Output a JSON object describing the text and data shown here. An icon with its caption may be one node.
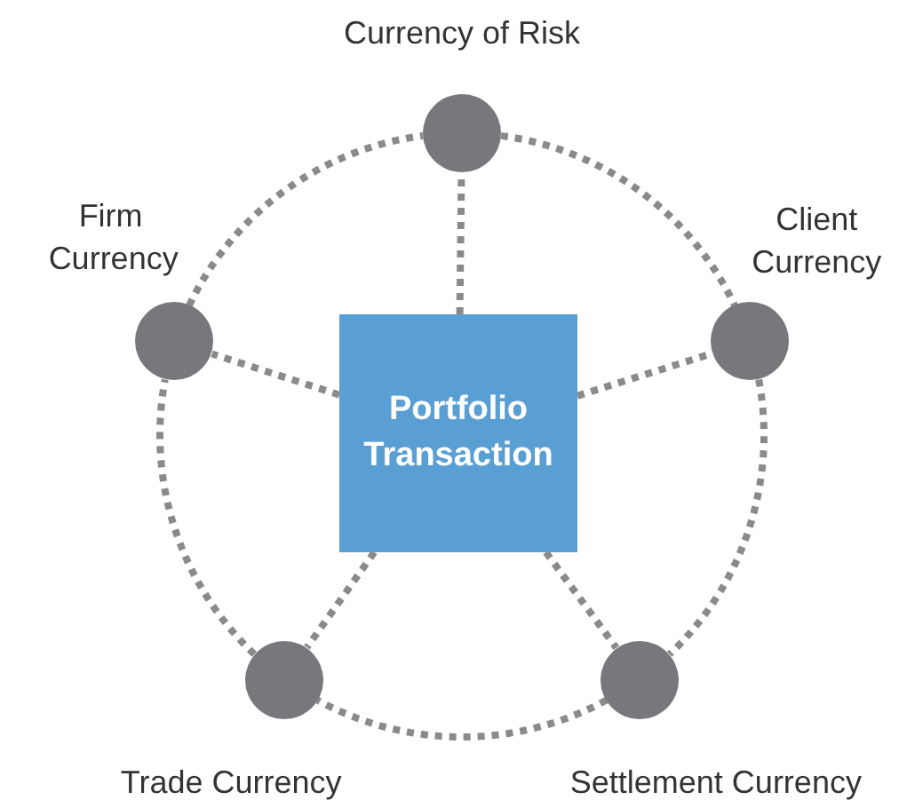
{
  "diagram": {
    "nodes": [
      {
        "text": [
          "Currency of Risk"
        ]
      },
      {
        "text": [
          "Firm Currency"
        ]
      },
      {
        "text": [
          "Client Currency"
        ]
      },
      {
        "text": [
          "Portfolio Transaction"
        ]
      },
      {
        "text": [
          "Trade Currency"
        ]
      },
      {
        "text": [
          "Settlement Currency"
        ]
      }
    ],
    "edges": [
      {
        "from": 3,
        "to": 0,
        "arrow": "none"
      },
      {
        "from": 3,
        "to": 1,
        "arrow": "none"
      },
      {
        "from": 3,
        "to": 2,
        "arrow": "none"
      },
      {
        "from": 3,
        "to": 4,
        "arrow": "none"
      },
      {
        "from": 3,
        "to": 5,
        "arrow": "none"
      },
      {
        "from": 0,
        "to": 2,
        "arrow": "none"
      },
      {
        "from": 2,
        "to": 5,
        "arrow": "none"
      },
      {
        "from": 5,
        "to": 4,
        "arrow": "none"
      },
      {
        "from": 4,
        "to": 1,
        "arrow": "none"
      },
      {
        "from": 1,
        "to": 0,
        "arrow": "none"
      }
    ]
  }
}
